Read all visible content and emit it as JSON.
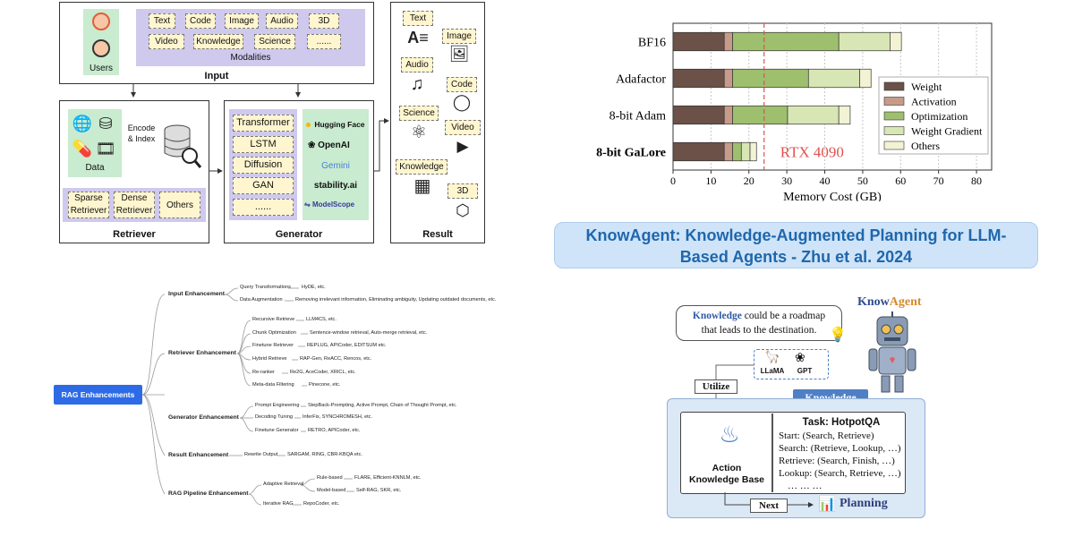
{
  "rag_arch": {
    "input": {
      "title": "Input",
      "users_label": "Users",
      "modalities_label": "Modalities",
      "modalities": [
        "Text",
        "Code",
        "Image",
        "Audio",
        "3D",
        "Video",
        "Knowledge",
        "Science",
        "......"
      ]
    },
    "retriever": {
      "title": "Retriever",
      "data_label": "Data",
      "encode_label": "Encode",
      "index_label": "& Index",
      "types": [
        {
          "line1": "Sparse",
          "line2": "Retriever"
        },
        {
          "line1": "Dense",
          "line2": "Retriever"
        },
        {
          "line1": "Others",
          "line2": ""
        }
      ]
    },
    "generator": {
      "title": "Generator",
      "models": [
        "Transformer",
        "LSTM",
        "Diffusion",
        "GAN",
        "......"
      ],
      "providers": [
        "Hugging Face",
        "OpenAI",
        "Gemini",
        "stability.ai",
        "ModelScope"
      ]
    },
    "result": {
      "title": "Result",
      "items": [
        "Text",
        "Image",
        "Audio",
        "Code",
        "Science",
        "Video",
        "Knowledge",
        "3D"
      ]
    }
  },
  "chart_data": {
    "type": "bar",
    "orientation": "horizontal",
    "stacked": true,
    "categories": [
      "BF16",
      "Adafactor",
      "8-bit Adam",
      "8-bit GaLore"
    ],
    "bold_categories": [
      "8-bit GaLore"
    ],
    "series": [
      {
        "name": "Weight",
        "color": "#6b5148",
        "values": [
          13.5,
          13.5,
          13.5,
          13.5
        ]
      },
      {
        "name": "Activation",
        "color": "#c79b89",
        "values": [
          2.2,
          2.2,
          2.2,
          2.2
        ]
      },
      {
        "name": "Optimization",
        "color": "#9ebf6e",
        "values": [
          28,
          20,
          14.5,
          2.3
        ]
      },
      {
        "name": "Weight Gradient",
        "color": "#d8e6b5",
        "values": [
          13.5,
          13.5,
          13.5,
          2.3
        ]
      },
      {
        "name": "Others",
        "color": "#f2f2d4",
        "values": [
          3,
          3,
          3,
          1.7
        ]
      }
    ],
    "reference_line": {
      "x": 24,
      "label": "RTX 4090",
      "color": "#e0524f"
    },
    "xlabel": "Memory Cost (GB)",
    "xlim": [
      0,
      84
    ],
    "xticks": [
      "0",
      "10",
      "20",
      "30",
      "40",
      "50",
      "60",
      "70",
      "80"
    ],
    "legend_position": "right",
    "grid": "vertical-dashed"
  },
  "banner": {
    "line1": "KnowAgent: Knowledge-Augmented Planning for LLM-",
    "line2": "Based Agents - Zhu et al. 2024"
  },
  "mindmap": {
    "root": "RAG Enhancements",
    "branches": [
      {
        "label": "Input Enhancement",
        "children": [
          {
            "label": "Query Transformations",
            "leaf": "HyDE,  etc."
          },
          {
            "label": "Data Augmentation",
            "leaf": "Removing irrelevant information, Eliminating ambiguity, Updating outdated documents,  etc."
          }
        ]
      },
      {
        "label": "Retriever Enhancement",
        "children": [
          {
            "label": "Recursive Retrieve",
            "leaf": "LLM4CS,  etc."
          },
          {
            "label": "Chunk Optimization",
            "leaf": "Sentence-window retrieval, Auto-merge retrieval,  etc."
          },
          {
            "label": "Finetune Retriever",
            "leaf": "REPLUG, APICoder, EDITSUM etc."
          },
          {
            "label": "Hybrid Retrieve",
            "leaf": "RAP-Gen, ReACC,  Rencos, etc."
          },
          {
            "label": "Re-ranker",
            "leaf": "Re2G, AceCoder, XRICL, etc."
          },
          {
            "label": "Meta-data Filtering",
            "leaf": "Pinecone, etc."
          }
        ]
      },
      {
        "label": "Generator Enhancement",
        "children": [
          {
            "label": "Prompt Engineering",
            "leaf": "StepBack-Prompting, Active Prompt, Chain of Thought Prompt, etc."
          },
          {
            "label": "Decoding Tuning",
            "leaf": "InferFix, SYNCHROMESH, etc."
          },
          {
            "label": "Finetune Generator",
            "leaf": "RETRO, APICoder, etc."
          }
        ]
      },
      {
        "label": "Result Enhancement",
        "children": [
          {
            "label": "Rewrite Output",
            "leaf": "SARGAM, RING, CBR-KBQA etc."
          }
        ]
      },
      {
        "label": "RAG Pipeline Enhancement",
        "children": [
          {
            "label": "Adaptive Retrieval",
            "sub": [
              {
                "label": "Rule-based",
                "leaf": "FLARE, Efficient-KNNLM, etc."
              },
              {
                "label": "Model-based",
                "leaf": "Self-RAG, SKR, etc."
              }
            ]
          },
          {
            "label": "Iterative RAG",
            "leaf": "RepoCoder, etc."
          }
        ]
      }
    ]
  },
  "knowagent": {
    "brand_know": "Know",
    "brand_agent": "Agent",
    "bubble_word": "Knowledge",
    "bubble_rest": " could be a roadmap",
    "bubble_line2": "that leads to  the destination.",
    "llama_label": "LLaMA",
    "gpt_label": "GPT",
    "utilize_label": "Utilize",
    "knowledge_tab": "Knowledge",
    "kb_line1": "Action",
    "kb_line2": "Knowledge Base",
    "task_title": "Task:  HotpotQA",
    "task_lines": [
      "Start: (Search, Retrieve)",
      "Search: (Retrieve, Lookup, …)",
      "Retrieve: (Search, Finish, …)",
      "Lookup: (Search, Retrieve, …)",
      "… … …"
    ],
    "next_label": "Next",
    "planning_label": "Planning"
  }
}
